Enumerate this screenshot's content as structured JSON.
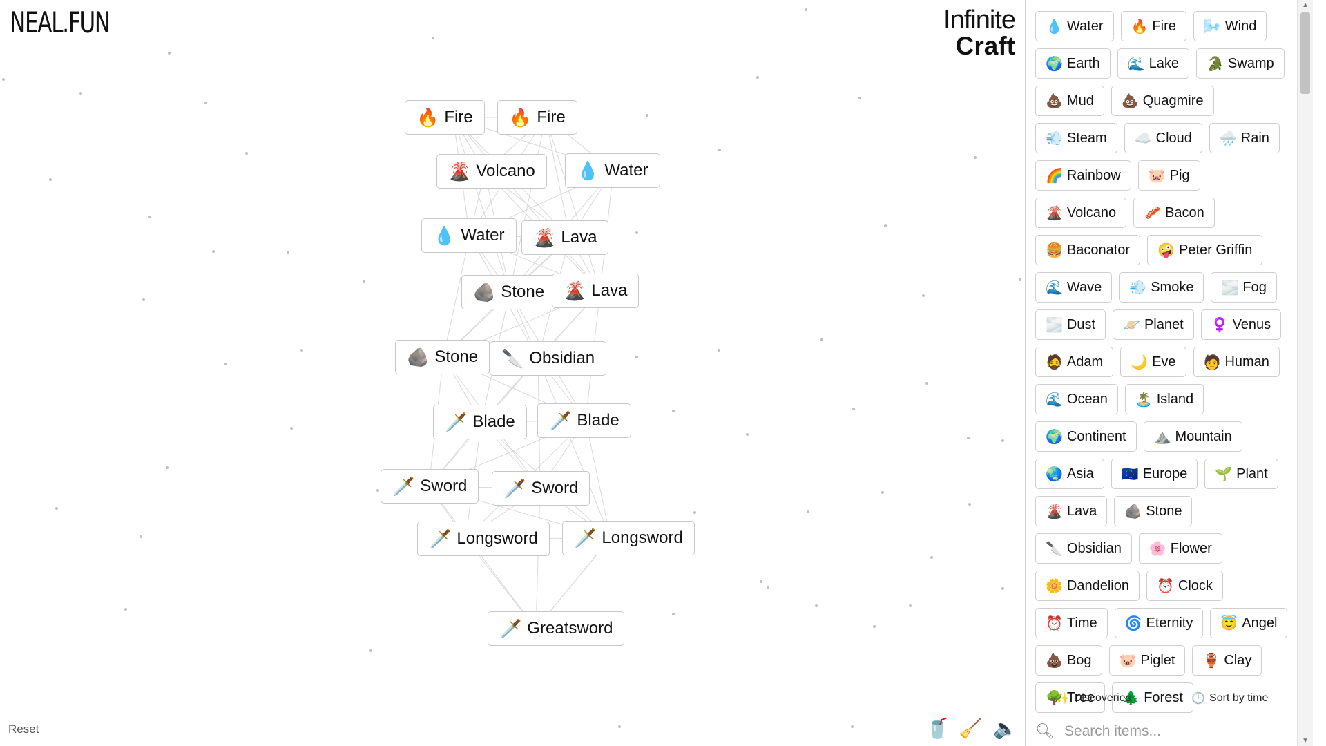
{
  "brand": {
    "site": "NEAL.FUN",
    "game_line1": "Infinite",
    "game_line2": "Craft"
  },
  "canvas_items": [
    {
      "emoji": "🔥",
      "label": "Fire"
    },
    {
      "emoji": "🔥",
      "label": "Fire"
    },
    {
      "emoji": "🌋",
      "label": "Volcano"
    },
    {
      "emoji": "💧",
      "label": "Water"
    },
    {
      "emoji": "💧",
      "label": "Water"
    },
    {
      "emoji": "🌋",
      "label": "Lava"
    },
    {
      "emoji": "🪨",
      "label": "Stone"
    },
    {
      "emoji": "🌋",
      "label": "Lava"
    },
    {
      "emoji": "🪨",
      "label": "Stone"
    },
    {
      "emoji": "🔪",
      "label": "Obsidian"
    },
    {
      "emoji": "🗡️",
      "label": "Blade"
    },
    {
      "emoji": "🗡️",
      "label": "Blade"
    },
    {
      "emoji": "🗡️",
      "label": "Sword"
    },
    {
      "emoji": "🗡️",
      "label": "Sword"
    },
    {
      "emoji": "🗡️",
      "label": "Longsword"
    },
    {
      "emoji": "🗡️",
      "label": "Longsword"
    },
    {
      "emoji": "🗡️",
      "label": "Greatsword"
    }
  ],
  "footer": {
    "reset": "Reset"
  },
  "sidebar_items": [
    {
      "emoji": "💧",
      "label": "Water"
    },
    {
      "emoji": "🔥",
      "label": "Fire"
    },
    {
      "emoji": "🌬️",
      "label": "Wind"
    },
    {
      "emoji": "🌍",
      "label": "Earth"
    },
    {
      "emoji": "🌊",
      "label": "Lake"
    },
    {
      "emoji": "🐊",
      "label": "Swamp"
    },
    {
      "emoji": "💩",
      "label": "Mud"
    },
    {
      "emoji": "💩",
      "label": "Quagmire"
    },
    {
      "emoji": "💨",
      "label": "Steam"
    },
    {
      "emoji": "☁️",
      "label": "Cloud"
    },
    {
      "emoji": "🌧️",
      "label": "Rain"
    },
    {
      "emoji": "🌈",
      "label": "Rainbow"
    },
    {
      "emoji": "🐷",
      "label": "Pig"
    },
    {
      "emoji": "🌋",
      "label": "Volcano"
    },
    {
      "emoji": "🥓",
      "label": "Bacon"
    },
    {
      "emoji": "🍔",
      "label": "Baconator"
    },
    {
      "emoji": "🤪",
      "label": "Peter Griffin"
    },
    {
      "emoji": "🌊",
      "label": "Wave"
    },
    {
      "emoji": "💨",
      "label": "Smoke"
    },
    {
      "emoji": "🌫️",
      "label": "Fog"
    },
    {
      "emoji": "🌫️",
      "label": "Dust"
    },
    {
      "emoji": "🪐",
      "label": "Planet"
    },
    {
      "emoji": "♀️",
      "label": "Venus"
    },
    {
      "emoji": "🧔",
      "label": "Adam"
    },
    {
      "emoji": "🌙",
      "label": "Eve"
    },
    {
      "emoji": "🧑",
      "label": "Human"
    },
    {
      "emoji": "🌊",
      "label": "Ocean"
    },
    {
      "emoji": "🏝️",
      "label": "Island"
    },
    {
      "emoji": "🌍",
      "label": "Continent"
    },
    {
      "emoji": "⛰️",
      "label": "Mountain"
    },
    {
      "emoji": "🌏",
      "label": "Asia"
    },
    {
      "emoji": "🇪🇺",
      "label": "Europe"
    },
    {
      "emoji": "🌱",
      "label": "Plant"
    },
    {
      "emoji": "🌋",
      "label": "Lava"
    },
    {
      "emoji": "🪨",
      "label": "Stone"
    },
    {
      "emoji": "🔪",
      "label": "Obsidian"
    },
    {
      "emoji": "🌸",
      "label": "Flower"
    },
    {
      "emoji": "🌼",
      "label": "Dandelion"
    },
    {
      "emoji": "⏰",
      "label": "Clock"
    },
    {
      "emoji": "⏰",
      "label": "Time"
    },
    {
      "emoji": "🌀",
      "label": "Eternity"
    },
    {
      "emoji": "😇",
      "label": "Angel"
    },
    {
      "emoji": "💩",
      "label": "Bog"
    },
    {
      "emoji": "🐷",
      "label": "Piglet"
    },
    {
      "emoji": "🏺",
      "label": "Clay"
    },
    {
      "emoji": "🌳",
      "label": "Tree"
    },
    {
      "emoji": "🌲",
      "label": "Forest"
    }
  ],
  "tabs": {
    "discoveries": "Discoveries",
    "sort": "Sort by time"
  },
  "search": {
    "placeholder": "Search items..."
  },
  "icons": {
    "tools": [
      "cup-icon",
      "broom-icon",
      "speaker-icon"
    ]
  }
}
